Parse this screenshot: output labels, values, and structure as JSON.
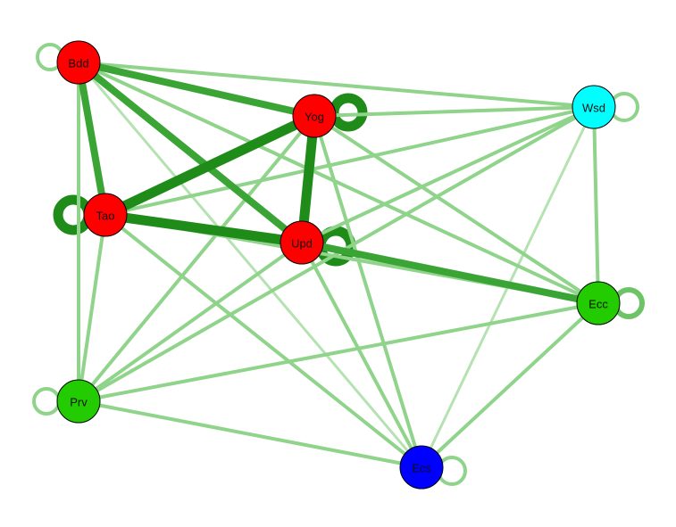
{
  "graph": {
    "nodes": [
      {
        "id": "Bdd",
        "label": "Bdd",
        "color": "#ff0000"
      },
      {
        "id": "Yog",
        "label": "Yog",
        "color": "#ff0000"
      },
      {
        "id": "Wsd",
        "label": "Wsd",
        "color": "#00ffff"
      },
      {
        "id": "Tao",
        "label": "Tao",
        "color": "#ff0000"
      },
      {
        "id": "Upd",
        "label": "Upd",
        "color": "#ff0000"
      },
      {
        "id": "Ecc",
        "label": "Ecc",
        "color": "#22cc00"
      },
      {
        "id": "Prv",
        "label": "Prv",
        "color": "#22cc00"
      },
      {
        "id": "Ecs",
        "label": "Ecs",
        "color": "#0000ff"
      }
    ],
    "edges": [
      {
        "source": "Bdd",
        "target": "Yog",
        "weight": 3
      },
      {
        "source": "Bdd",
        "target": "Tao",
        "weight": 3
      },
      {
        "source": "Bdd",
        "target": "Upd",
        "weight": 3
      },
      {
        "source": "Bdd",
        "target": "Wsd",
        "weight": 1
      },
      {
        "source": "Bdd",
        "target": "Prv",
        "weight": 1
      },
      {
        "source": "Bdd",
        "target": "Ecc",
        "weight": 1
      },
      {
        "source": "Bdd",
        "target": "Ecs",
        "weight": 0
      },
      {
        "source": "Yog",
        "target": "Tao",
        "weight": 4
      },
      {
        "source": "Yog",
        "target": "Upd",
        "weight": 4
      },
      {
        "source": "Yog",
        "target": "Wsd",
        "weight": 1
      },
      {
        "source": "Yog",
        "target": "Ecc",
        "weight": 1
      },
      {
        "source": "Yog",
        "target": "Prv",
        "weight": 1
      },
      {
        "source": "Yog",
        "target": "Ecs",
        "weight": 1
      },
      {
        "source": "Tao",
        "target": "Upd",
        "weight": 4
      },
      {
        "source": "Tao",
        "target": "Wsd",
        "weight": 1
      },
      {
        "source": "Tao",
        "target": "Prv",
        "weight": 1
      },
      {
        "source": "Tao",
        "target": "Ecs",
        "weight": 1
      },
      {
        "source": "Tao",
        "target": "Ecc",
        "weight": 1
      },
      {
        "source": "Upd",
        "target": "Ecc",
        "weight": 3
      },
      {
        "source": "Upd",
        "target": "Wsd",
        "weight": 1
      },
      {
        "source": "Upd",
        "target": "Prv",
        "weight": 1
      },
      {
        "source": "Upd",
        "target": "Ecs",
        "weight": 1
      },
      {
        "source": "Wsd",
        "target": "Ecc",
        "weight": 1
      },
      {
        "source": "Wsd",
        "target": "Ecs",
        "weight": 0
      },
      {
        "source": "Wsd",
        "target": "Prv",
        "weight": 1
      },
      {
        "source": "Ecc",
        "target": "Prv",
        "weight": 1
      },
      {
        "source": "Ecc",
        "target": "Ecs",
        "weight": 1
      },
      {
        "source": "Prv",
        "target": "Ecs",
        "weight": 1
      }
    ],
    "self_loops": [
      {
        "node": "Bdd",
        "weight": 1
      },
      {
        "node": "Yog",
        "weight": 4
      },
      {
        "node": "Wsd",
        "weight": 1
      },
      {
        "node": "Tao",
        "weight": 4
      },
      {
        "node": "Upd",
        "weight": 4
      },
      {
        "node": "Ecc",
        "weight": 2
      },
      {
        "node": "Prv",
        "weight": 1
      },
      {
        "node": "Ecs",
        "weight": 1
      }
    ],
    "edge_colors": [
      "#b4e2b0",
      "#8fd48a",
      "#6cc466",
      "#3aa534",
      "#1f8c1a"
    ]
  }
}
